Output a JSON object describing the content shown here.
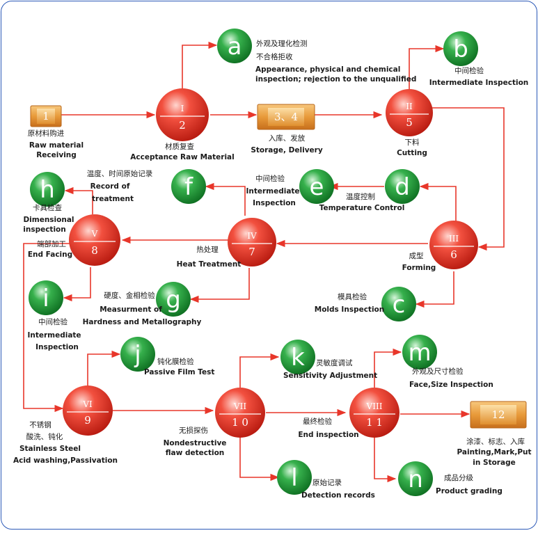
{
  "colors": {
    "arrow": "#e8362a",
    "frame": "#2b59b7",
    "red_ball": "#e02418",
    "green_ball": "#0f8a28",
    "box": "#e59a3a"
  },
  "boxes": [
    {
      "num": "1",
      "lines": [
        "原材料购进",
        "Raw material",
        "Receiving"
      ]
    },
    {
      "num": "3、4",
      "lines": [
        "入库、发放",
        "Storage, Delivery"
      ]
    },
    {
      "num": "12",
      "lines": [
        "涂漆、标志、入库",
        "Painting,Mark,Put",
        "in Storage"
      ]
    }
  ],
  "red_nodes": [
    {
      "roman": "I",
      "num": "2",
      "lines": [
        "材质复查",
        "Acceptance Raw Material"
      ]
    },
    {
      "roman": "II",
      "num": "5",
      "lines": [
        "下料",
        "Cutting"
      ]
    },
    {
      "roman": "III",
      "num": "6",
      "lines": [
        "成型",
        "Forming"
      ]
    },
    {
      "roman": "IV",
      "num": "7",
      "lines": [
        "热处理",
        "Heat Treatment"
      ]
    },
    {
      "roman": "V",
      "num": "8",
      "lines": [
        "端部加工",
        "End Facing"
      ]
    },
    {
      "roman": "VI",
      "num": "9",
      "lines": [
        "不锈钢",
        "酸洗、钝化",
        "Stainless Steel",
        "Acid washing,Passivation"
      ]
    },
    {
      "roman": "VII",
      "num": "1 0",
      "lines": [
        "无损探伤",
        "Nondestructive",
        "flaw detection"
      ]
    },
    {
      "roman": "VIII",
      "num": "1 1",
      "lines": [
        "最终检验",
        "End inspection"
      ]
    }
  ],
  "green_nodes": [
    {
      "letter": "a",
      "lines": [
        "外观及理化检测",
        "不合格拒收",
        "Appearance, physical and chemical",
        "inspection; rejection to the unqualified"
      ]
    },
    {
      "letter": "b",
      "lines": [
        "中间检验",
        "Intermediate Inspection"
      ]
    },
    {
      "letter": "c",
      "lines": [
        "模具检验",
        "Molds Inspection"
      ]
    },
    {
      "letter": "d",
      "lines": [
        "温度控制",
        "Temperature Control"
      ]
    },
    {
      "letter": "e",
      "lines": [
        "中间检验",
        "Intermediate",
        "Inspection"
      ]
    },
    {
      "letter": "f",
      "lines": []
    },
    {
      "letter": "g",
      "lines": [
        "硬度、金相检验",
        "Measurment of",
        "Hardness and Metallography"
      ]
    },
    {
      "letter": "h",
      "lines": [
        "温度、时间原始记录",
        "Record of",
        "treatment",
        "卡具检查",
        "Dimensional",
        "inspection"
      ]
    },
    {
      "letter": "i",
      "lines": [
        "中间检验",
        "Intermediate",
        "Inspection"
      ]
    },
    {
      "letter": "j",
      "lines": [
        "钝化膜检验",
        "Passive Film Test"
      ]
    },
    {
      "letter": "k",
      "lines": [
        "灵敏度调试",
        "Sensitivity Adjustment"
      ]
    },
    {
      "letter": "l",
      "lines": [
        "原始记录",
        "Detection records"
      ]
    },
    {
      "letter": "m",
      "lines": [
        "外观及尺寸检验",
        "Face,Size Inspection"
      ]
    },
    {
      "letter": "n",
      "lines": [
        "成品分级",
        "Product grading"
      ]
    }
  ]
}
